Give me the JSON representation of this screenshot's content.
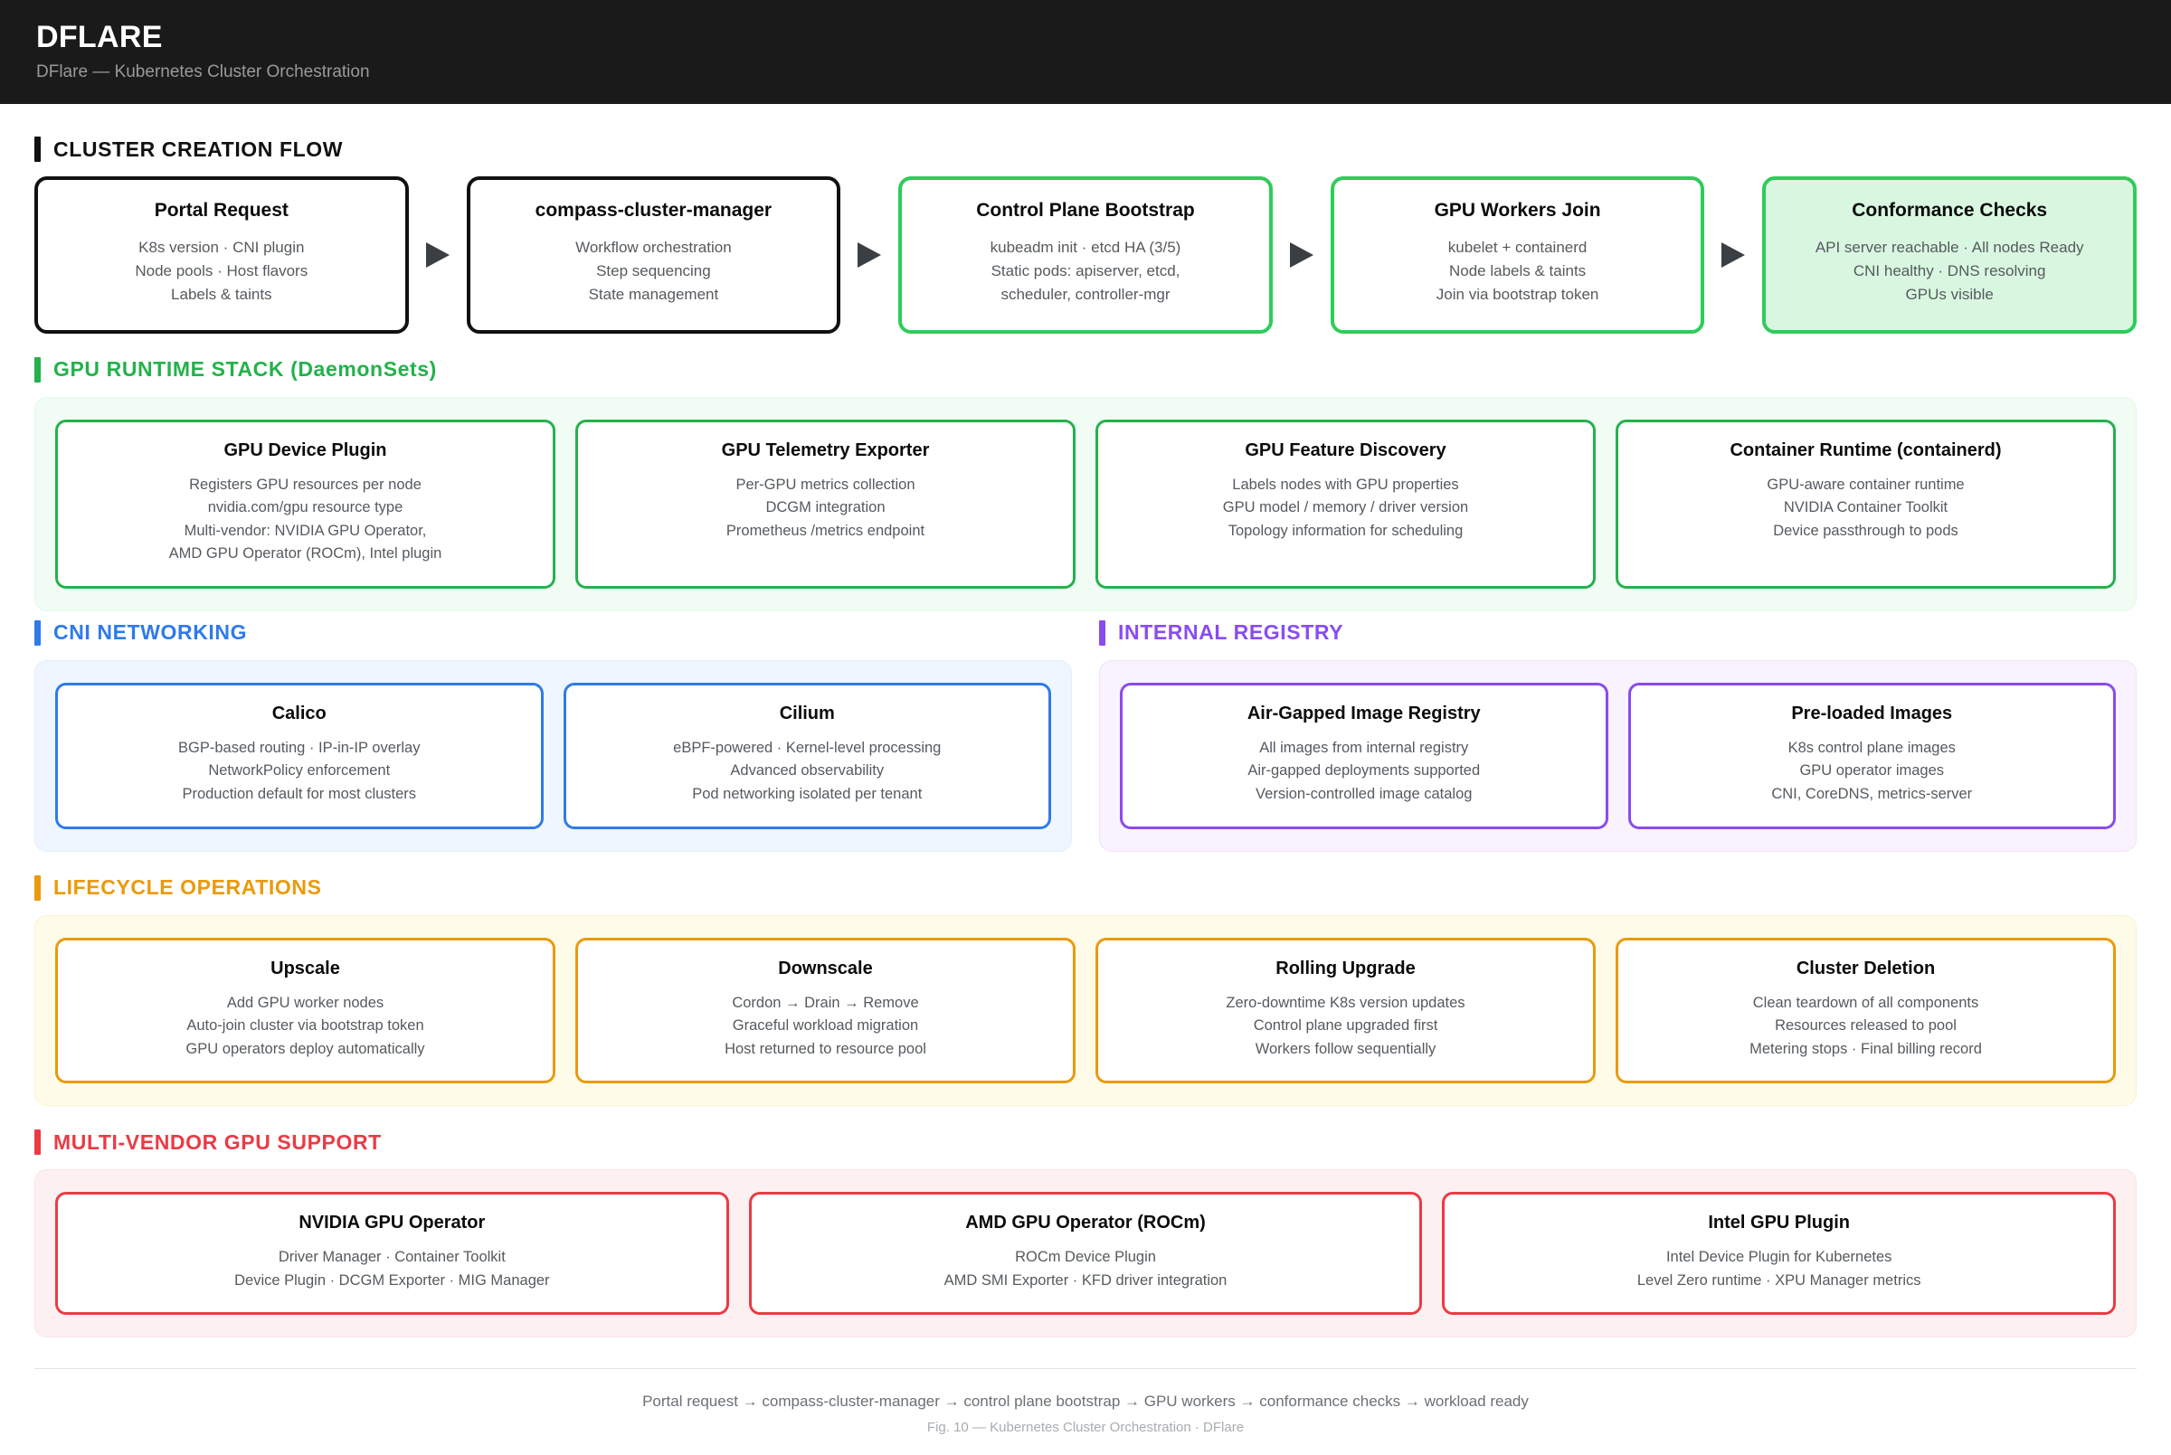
{
  "header": {
    "title": "DFLARE",
    "subtitle": "DFlare — Kubernetes Cluster Orchestration"
  },
  "colors": {
    "black": "#111111",
    "green": "#23b24b",
    "blue": "#2f7aea",
    "purple": "#8a4bf0",
    "amber": "#eb9a0c",
    "red": "#ea3b45"
  },
  "sections": {
    "flow": {
      "title": "CLUSTER CREATION FLOW",
      "accent": "#111111",
      "cards": [
        {
          "title": "Portal Request",
          "lines": [
            "K8s version · CNI plugin",
            "Node pools · Host flavors",
            "Labels & taints"
          ]
        },
        {
          "title": "compass-cluster-manager",
          "lines": [
            "Workflow orchestration",
            "Step sequencing",
            "State management"
          ]
        },
        {
          "title": "Control Plane Bootstrap",
          "lines": [
            "kubeadm init · etcd HA (3/5)",
            "Static pods: apiserver, etcd,",
            "scheduler, controller-mgr"
          ]
        },
        {
          "title": "GPU Workers Join",
          "lines": [
            "kubelet + containerd",
            "Node labels & taints",
            "Join via bootstrap token"
          ]
        },
        {
          "title": "Conformance Checks",
          "lines": [
            "API server reachable · All nodes Ready",
            "CNI healthy · DNS resolving",
            "GPUs visible"
          ]
        }
      ]
    },
    "gpu_runtime": {
      "title": "GPU RUNTIME STACK (DaemonSets)",
      "accent": "#23b24b",
      "tiles": [
        {
          "title": "GPU Device Plugin",
          "lines": [
            "Registers GPU resources per node",
            "nvidia.com/gpu resource type",
            "Multi-vendor: NVIDIA GPU Operator,",
            "AMD GPU Operator (ROCm), Intel plugin"
          ]
        },
        {
          "title": "GPU Telemetry Exporter",
          "lines": [
            "Per-GPU metrics collection",
            "DCGM integration",
            "Prometheus /metrics endpoint"
          ]
        },
        {
          "title": "GPU Feature Discovery",
          "lines": [
            "Labels nodes with GPU properties",
            "GPU model / memory / driver version",
            "Topology information for scheduling"
          ]
        },
        {
          "title": "Container Runtime (containerd)",
          "lines": [
            "GPU-aware container runtime",
            "NVIDIA Container Toolkit",
            "Device passthrough to pods"
          ]
        }
      ]
    },
    "cni": {
      "title": "CNI NETWORKING",
      "accent": "#2f7aea",
      "tiles": [
        {
          "title": "Calico",
          "lines": [
            "BGP-based routing · IP-in-IP overlay",
            "NetworkPolicy enforcement",
            "Production default for most clusters"
          ]
        },
        {
          "title": "Cilium",
          "lines": [
            "eBPF-powered · Kernel-level processing",
            "Advanced observability",
            "Pod networking isolated per tenant"
          ]
        }
      ]
    },
    "registry": {
      "title": "INTERNAL REGISTRY",
      "accent": "#8a4bf0",
      "tiles": [
        {
          "title": "Air-Gapped Image Registry",
          "lines": [
            "All images from internal registry",
            "Air-gapped deployments supported",
            "Version-controlled image catalog"
          ]
        },
        {
          "title": "Pre-loaded Images",
          "lines": [
            "K8s control plane images",
            "GPU operator images",
            "CNI, CoreDNS, metrics-server"
          ]
        }
      ]
    },
    "lifecycle": {
      "title": "LIFECYCLE OPERATIONS",
      "accent": "#eb9a0c",
      "tiles": [
        {
          "title": "Upscale",
          "lines": [
            "Add GPU worker nodes",
            "Auto-join cluster via bootstrap token",
            "GPU operators deploy automatically"
          ]
        },
        {
          "title": "Downscale",
          "lines": [
            "Cordon → Drain → Remove",
            "Graceful workload migration",
            "Host returned to resource pool"
          ]
        },
        {
          "title": "Rolling Upgrade",
          "lines": [
            "Zero-downtime K8s version updates",
            "Control plane upgraded first",
            "Workers follow sequentially"
          ]
        },
        {
          "title": "Cluster Deletion",
          "lines": [
            "Clean teardown of all components",
            "Resources released to pool",
            "Metering stops · Final billing record"
          ]
        }
      ]
    },
    "vendors": {
      "title": "MULTI-VENDOR GPU SUPPORT",
      "accent": "#ea3b45",
      "tiles": [
        {
          "title": "NVIDIA GPU Operator",
          "lines": [
            "Driver Manager · Container Toolkit",
            "Device Plugin · DCGM Exporter · MIG Manager"
          ]
        },
        {
          "title": "AMD GPU Operator (ROCm)",
          "lines": [
            "ROCm Device Plugin",
            "AMD SMI Exporter · KFD driver integration"
          ]
        },
        {
          "title": "Intel GPU Plugin",
          "lines": [
            "Intel Device Plugin for Kubernetes",
            "Level Zero runtime · XPU Manager metrics"
          ]
        }
      ]
    }
  },
  "footer": {
    "flow_text": "Portal request → compass-cluster-manager → control plane bootstrap → GPU workers → conformance checks → workload ready",
    "caption": "Fig. 10 — Kubernetes Cluster Orchestration · DFlare"
  }
}
